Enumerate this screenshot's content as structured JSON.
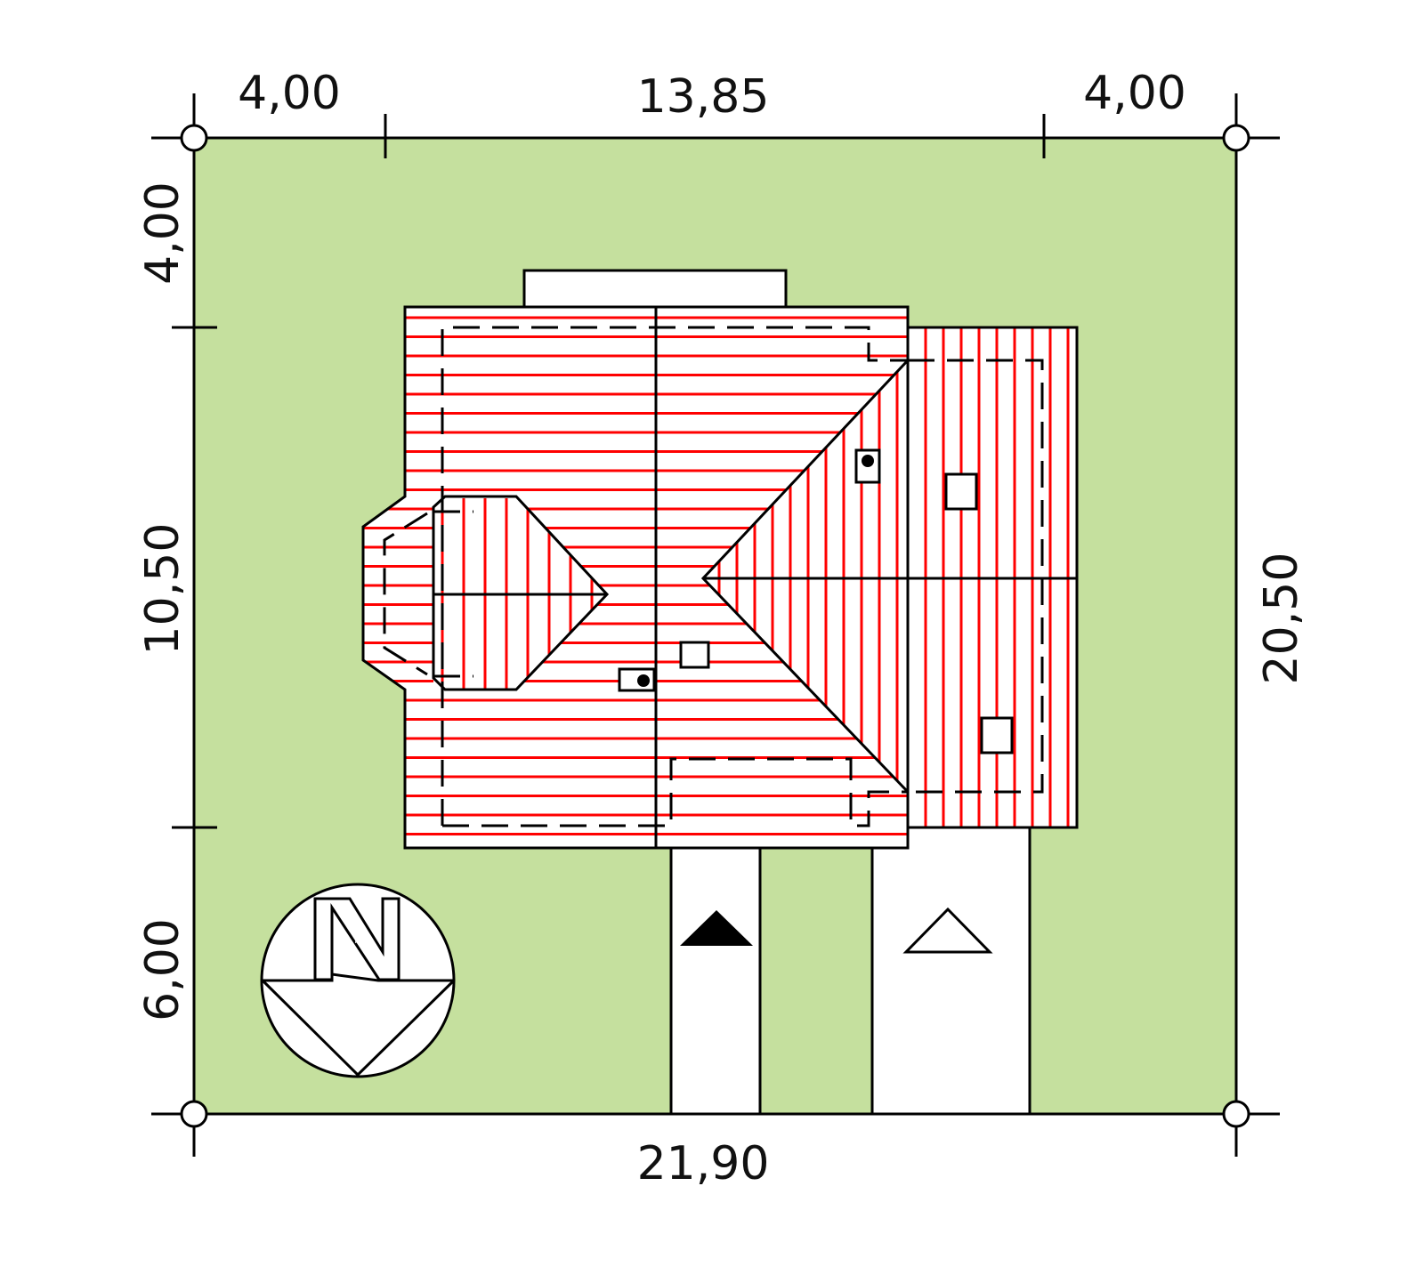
{
  "dimensions": {
    "top_left": "4,00",
    "top_middle": "13,85",
    "top_right": "4,00",
    "bottom": "21,90",
    "left_top": "4,00",
    "left_middle": "10,50",
    "left_bottom": "6,00",
    "right": "20,50"
  },
  "compass": {
    "letter": "N"
  },
  "colors": {
    "plot": "#c5e09e",
    "roof_lines": "#ff0000",
    "outline": "#000000",
    "paving": "#ffffff"
  },
  "icons": {
    "entrance": "filled-triangle-marker",
    "garage_entrance": "outline-triangle-marker"
  }
}
